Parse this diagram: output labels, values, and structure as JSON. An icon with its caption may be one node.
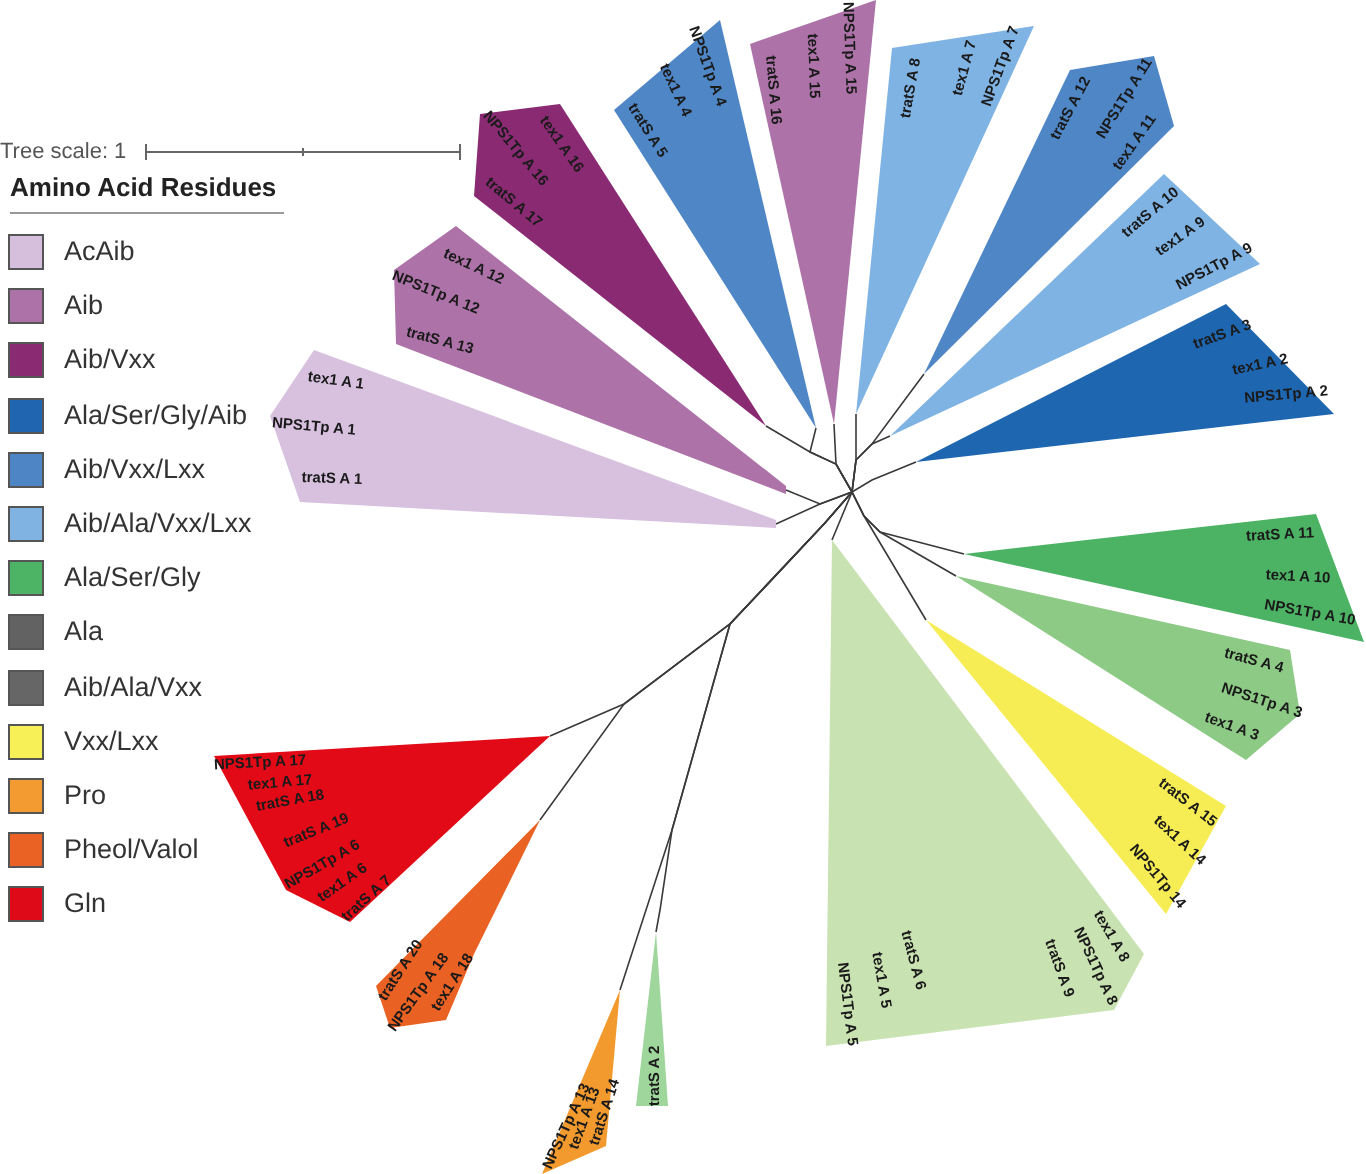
{
  "diagram": {
    "nodes": [
      {
        "text": [
          "tex1 A 1",
          "NPS1Tp A 1",
          "tratS A 1"
        ]
      },
      {
        "text": [
          "tex1 A 12",
          "NPS1Tp A 12",
          "tratS A 13"
        ]
      },
      {
        "text": [
          "tex1 A 16",
          "NPS1Tp A 16",
          "tratS A 17"
        ]
      },
      {
        "text": [
          "NPS1Tp A 4",
          "tex1 A 4",
          "tratS A 5"
        ]
      },
      {
        "text": [
          "tratS A 16",
          "tex1 A 15",
          "NPS1Tp A 15"
        ]
      },
      {
        "text": [
          "tratS A 8",
          "tex1 A 7",
          "NPS1Tp A 7"
        ]
      },
      {
        "text": [
          "tratS A 12",
          "NPS1Tp A 11",
          "tex1 A 11"
        ]
      },
      {
        "text": [
          "tratS A 10",
          "tex1 A 9",
          "NPS1Tp A 9"
        ]
      },
      {
        "text": [
          "tratS A 3",
          "tex1 A 2",
          "NPS1Tp A 2"
        ]
      },
      {
        "text": [
          "tratS A 11",
          "tex1 A 10",
          "NPS1Tp A 10"
        ]
      },
      {
        "text": [
          "tratS A 4",
          "NPS1Tp A 3",
          "tex1 A 3"
        ]
      },
      {
        "text": [
          "tratS A 15",
          "tex1 A 14",
          "NPS1Tp 14"
        ]
      },
      {
        "text": [
          "tex1 A 8",
          "NPS1Tp A 8",
          "tratS A 9",
          "tratS A 6",
          "tex1 A 5",
          "NPS1Tp A 5"
        ]
      },
      {
        "text": [
          "tratS A 2"
        ]
      },
      {
        "text": [
          "NPS1Tp A 13",
          "tex1 A 13",
          "tratS A 14"
        ]
      },
      {
        "text": [
          "tratS A 20",
          "NPS1Tp A 18",
          "tex1 A 18"
        ]
      },
      {
        "text": [
          "NPS1Tp A 17",
          "tex1 A 17",
          "tratS A 18",
          "tratS A 19",
          "NPS1Tp A 6",
          "tex1 A 6",
          "tratS A 7"
        ]
      }
    ],
    "edges": [
      {
        "from": null,
        "to": 0,
        "arrow": "none"
      },
      {
        "from": null,
        "to": 1,
        "arrow": "none"
      },
      {
        "from": null,
        "to": 2,
        "arrow": "none"
      },
      {
        "from": null,
        "to": 3,
        "arrow": "none"
      },
      {
        "from": null,
        "to": 4,
        "arrow": "none"
      },
      {
        "from": null,
        "to": 5,
        "arrow": "none"
      },
      {
        "from": null,
        "to": 6,
        "arrow": "none"
      },
      {
        "from": null,
        "to": 7,
        "arrow": "none"
      },
      {
        "from": null,
        "to": 8,
        "arrow": "none"
      },
      {
        "from": null,
        "to": 9,
        "arrow": "none"
      },
      {
        "from": null,
        "to": 10,
        "arrow": "none"
      },
      {
        "from": null,
        "to": 11,
        "arrow": "none"
      },
      {
        "from": null,
        "to": 12,
        "arrow": "none"
      },
      {
        "from": null,
        "to": 13,
        "arrow": "none"
      },
      {
        "from": null,
        "to": 14,
        "arrow": "none"
      },
      {
        "from": null,
        "to": 15,
        "arrow": "none"
      },
      {
        "from": null,
        "to": 16,
        "arrow": "none"
      }
    ],
    "labels": [
      "Tree scale: 1",
      "Amino Acid Residues"
    ],
    "legend": [
      {
        "text": "AcAib",
        "color": "#d5bfdc"
      },
      {
        "text": "Aib",
        "color": "#ad73a8"
      },
      {
        "text": "Aib/Vxx",
        "color": "#8a2a72"
      },
      {
        "text": "Ala/Ser/Gly/Aib",
        "color": "#1f65b0"
      },
      {
        "text": "Aib/Vxx/Lxx",
        "color": "#4e85c5"
      },
      {
        "text": "Aib/Ala/Vxx/Lxx",
        "color": "#80b3e2"
      },
      {
        "text": "Ala/Ser/Gly",
        "color": "#4db365"
      },
      {
        "text": "Ala",
        "color": "#626262"
      },
      {
        "text": "Aib/Ala/Vxx",
        "color": "#666666"
      },
      {
        "text": "Vxx/Lxx",
        "color": "#f8f057"
      },
      {
        "text": "Pro",
        "color": "#f39a30"
      },
      {
        "text": "Pheol/Valol",
        "color": "#ea6325"
      },
      {
        "text": "Gln",
        "color": "#df0a17"
      }
    ]
  }
}
